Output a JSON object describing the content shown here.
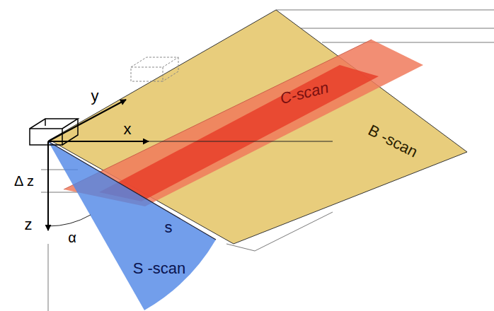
{
  "diagram": {
    "labels": [
      "y",
      "x",
      "C-scan",
      "B -scan",
      "Δ z",
      "z",
      "s",
      "α",
      "S -scan"
    ]
  }
}
